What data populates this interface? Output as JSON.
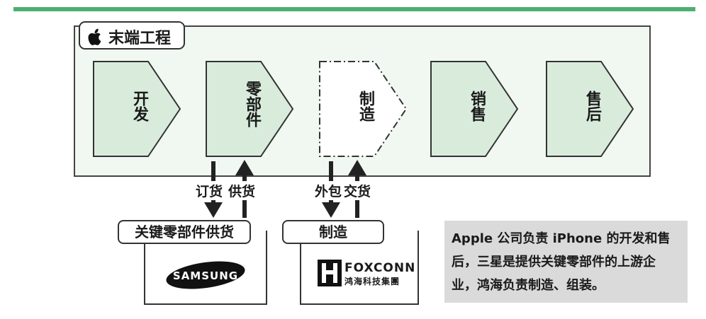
{
  "brand": {
    "accent": "#4caf70",
    "panel_bg": "#f1f7f1",
    "stage_fill": "#d9ecdc"
  },
  "apple": {
    "logo_icon": "apple-icon",
    "title": "末端工程"
  },
  "stages": [
    {
      "label": "开发",
      "style": "solid"
    },
    {
      "label": "零部件",
      "style": "solid"
    },
    {
      "label": "制造",
      "style": "dashed-outsourced"
    },
    {
      "label": "销售",
      "style": "solid"
    },
    {
      "label": "售后",
      "style": "solid"
    }
  ],
  "flows": {
    "order": "订货",
    "supply": "供货",
    "outsource": "外包",
    "deliver": "交货"
  },
  "suppliers": {
    "parts": {
      "tag": "关键零部件供货",
      "logo_text": "SAMSUNG"
    },
    "manufacturing": {
      "tag": "制造",
      "logo_text": "FOXCONN",
      "logo_sub": "鸿海科技集團"
    }
  },
  "note": {
    "text": "Apple 公司负责 iPhone 的开发和售后，三星是提供关键零部件的上游企业，鸿海负责制造、组装。"
  }
}
